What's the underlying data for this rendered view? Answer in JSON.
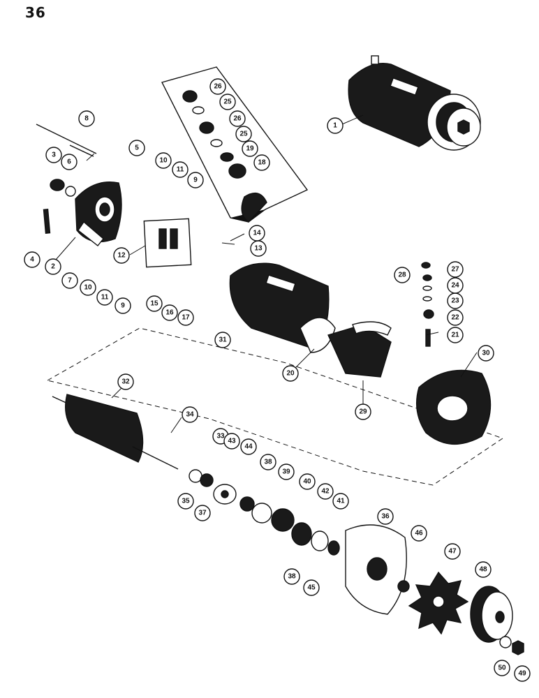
{
  "page": {
    "number": "36"
  },
  "callouts": [
    "1",
    "2",
    "3",
    "4",
    "5",
    "6",
    "7",
    "8",
    "9",
    "9",
    "10",
    "10",
    "11",
    "11",
    "12",
    "13",
    "14",
    "15",
    "16",
    "17",
    "18",
    "19",
    "20",
    "21",
    "22",
    "23",
    "24",
    "25",
    "25",
    "26",
    "26",
    "27",
    "28",
    "29",
    "30",
    "31",
    "32",
    "33",
    "34",
    "35",
    "36",
    "37",
    "38",
    "38",
    "39",
    "40",
    "41",
    "42",
    "43",
    "44",
    "45",
    "46",
    "47",
    "48",
    "49",
    "50"
  ],
  "colors": {
    "ink": "#111111",
    "paper": "#ffffff",
    "fill_dark": "#1a1a1a"
  }
}
